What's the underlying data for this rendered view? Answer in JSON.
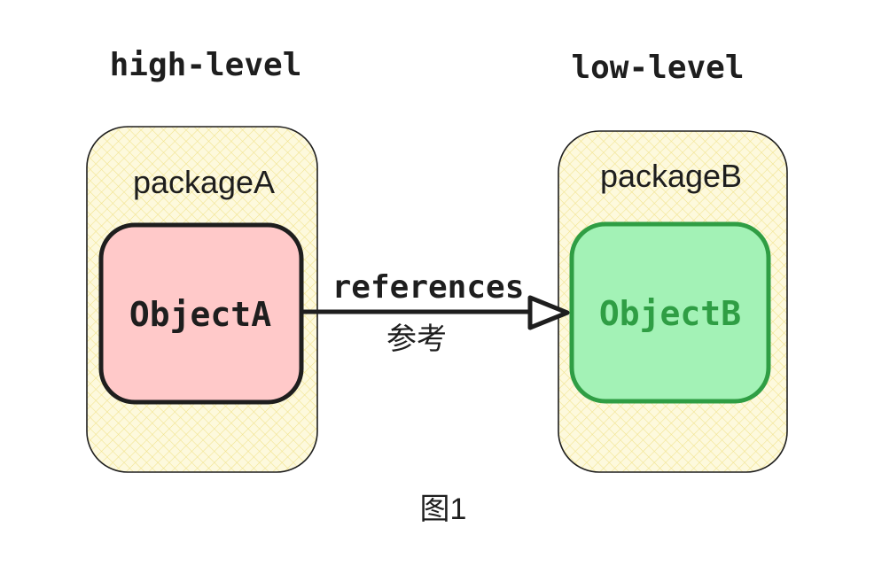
{
  "levels": {
    "high": "high-level",
    "low": "low-level"
  },
  "packages": {
    "a": {
      "label": "packageA"
    },
    "b": {
      "label": "packageB"
    }
  },
  "objects": {
    "a": {
      "label": "ObjectA"
    },
    "b": {
      "label": "ObjectB"
    }
  },
  "edge": {
    "label": "references",
    "label_zh": "参考"
  },
  "caption": "图1",
  "colors": {
    "package_fill": "#fdf9dd",
    "package_hatch": "#f3e88f",
    "package_stroke": "#1e1e1e",
    "object_a_fill": "#ffc9c9",
    "object_a_stroke": "#1e1e1e",
    "object_b_fill": "#b2f2bb",
    "object_b_stroke": "#2f9e44",
    "object_b_text": "#2f9e44",
    "ink": "#1e1e1e"
  }
}
